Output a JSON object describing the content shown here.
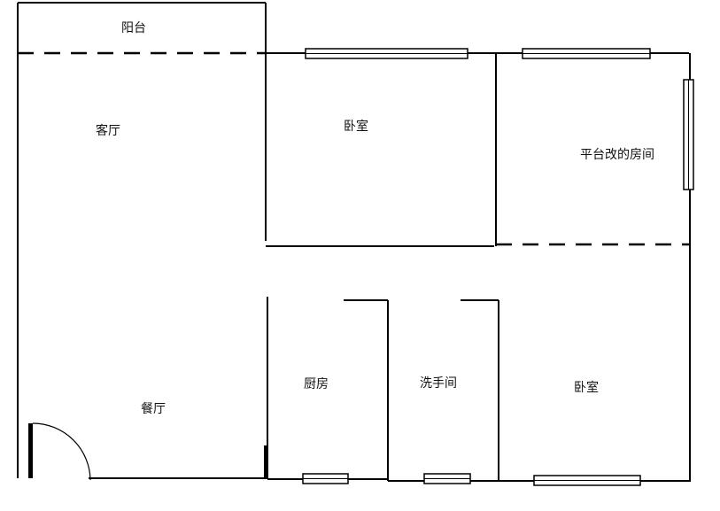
{
  "floor_plan": {
    "rooms": {
      "balcony": "阳台",
      "living_room": "客厅",
      "bedroom_north": "卧室",
      "converted_room": "平台改的房间",
      "dining_room": "餐厅",
      "kitchen": "厨房",
      "bathroom": "洗手间",
      "bedroom_south": "卧室"
    },
    "colors": {
      "wall": "#000000",
      "window_fill": "#ffffff",
      "background": "#ffffff"
    }
  }
}
